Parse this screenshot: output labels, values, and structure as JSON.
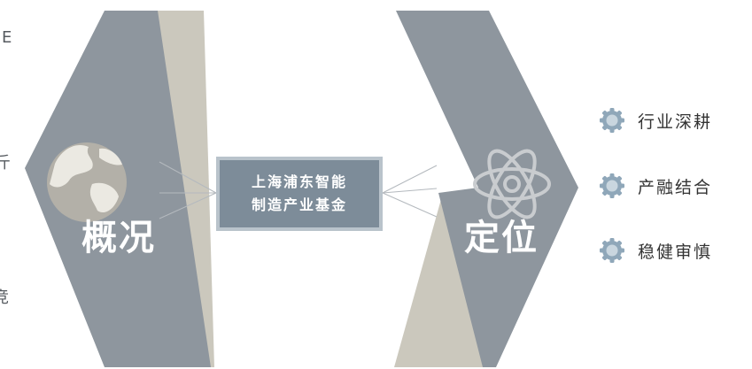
{
  "left_edge_chars": [
    "E",
    "斤",
    "竞"
  ],
  "center": {
    "line1": "上海浦东智能",
    "line2": "制造产业基金"
  },
  "left_label": "概况",
  "right_label": "定位",
  "bullets": [
    {
      "icon": "gear-icon",
      "text": "行业深耕"
    },
    {
      "icon": "gear-icon",
      "text": "产融结合"
    },
    {
      "icon": "gear-icon",
      "text": "稳健审慎"
    }
  ],
  "colors": {
    "slate": "#8e969e",
    "beige": "#cbc8bd",
    "box_fill": "#7d8c99",
    "box_border": "#b9c3cb",
    "gear_outer": "#8fa7b9",
    "gear_inner": "#c9d6df"
  }
}
